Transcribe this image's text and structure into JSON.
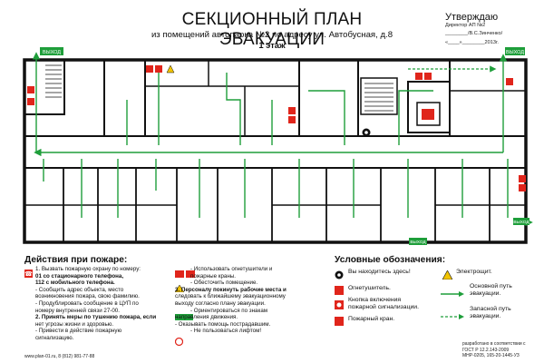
{
  "header": {
    "title": "СЕКЦИОННЫЙ ПЛАН ЭВАКУАЦИИ",
    "subtitle": "из помещений автопарка №2 по адресу ул. Автобусная, д.8",
    "floor": "1 этаж"
  },
  "approval": {
    "title": "Утверждаю",
    "position": "Директор АП №2",
    "signature": "________/В.С.Зинченко/",
    "date": "«____»________2013г."
  },
  "plan": {
    "exit_labels": [
      "ВЫХОД",
      "ВЫХОД",
      "ВЫХОД",
      "ВЫХОД"
    ],
    "colors": {
      "wall": "#111111",
      "route": "#1e9e3a",
      "fire": "#e0251b",
      "warning": "#f2c400"
    }
  },
  "actions": {
    "heading": "Действия при пожаре:",
    "left_col": [
      "1. Вызвать пожарную охрану по номеру:",
      "01 со стационарного телефона,",
      "112 с мобильного телефона.",
      "- Сообщить адрес объекта, место",
      "возникновения пожара, свою фамилию.",
      "- Продублировать сообщение в ЦУП по",
      "номеру внутренней связи 27-00.",
      "2. Принять меры по тушению пожара, если",
      "нет угрозы жизни и здоровью.",
      "- Привести в действие пожарную",
      "сигнализацию."
    ],
    "right_col": [
      "- Использовать огнетушители и",
      "пожарные краны.",
      "- Обесточить помещение.",
      "3. Персоналу покинуть рабочие места и",
      "следовать к ближайшему эвакуационному",
      "выходу согласно плану эвакуации.",
      "- Ориентироваться по знакам",
      "направления движения.",
      "- Оказывать помощь пострадавшим.",
      "- Не пользоваться лифтом!"
    ]
  },
  "legend": {
    "heading": "Условные обозначения:",
    "items": {
      "you_are_here": "Вы находитесь здесь!",
      "extinguisher": "Огнетушитель.",
      "alarm_button_1": "Кнопка включения",
      "alarm_button_2": "пожарной сигнализации.",
      "fire_hydrant": "Пожарный кран.",
      "electric": "Электрощит.",
      "main_route_1": "Основной путь",
      "main_route_2": "эвакуации.",
      "backup_route_1": "Запасной путь",
      "backup_route_2": "эвакуации."
    }
  },
  "footer": {
    "website": "www.plan-01.ru, 8 (812) 981-77-88",
    "standard_1": "разработано в соответствии с",
    "standard_2": "ГОСТ Р 12.2.143-2009",
    "standard_3": "МНР-0205, 165-20-1445-УЗ"
  }
}
